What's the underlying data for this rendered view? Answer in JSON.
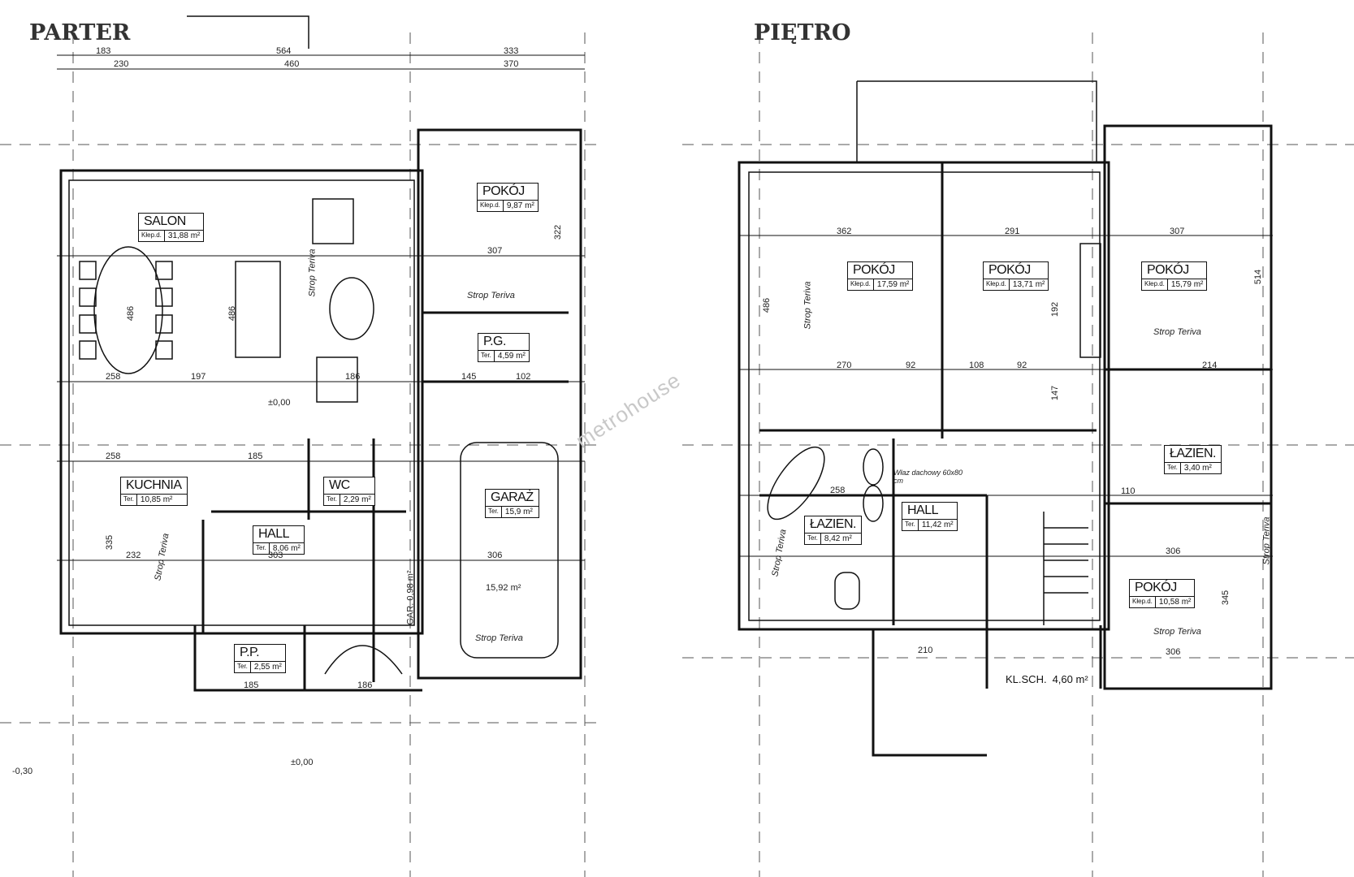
{
  "floors": [
    {
      "title": "PARTER",
      "rooms": [
        {
          "name": "SALON",
          "label": "Kłep.d.",
          "area": "31,88 m²"
        },
        {
          "name": "POKÓJ",
          "label": "Kłep.d.",
          "area": "9,87 m²"
        },
        {
          "name": "P.G.",
          "label": "Ter.",
          "area": "4,59 m²"
        },
        {
          "name": "KUCHNIA",
          "label": "Ter.",
          "area": "10,85 m²"
        },
        {
          "name": "WC",
          "label": "Ter.",
          "area": "2,29 m²"
        },
        {
          "name": "HALL",
          "label": "Ter.",
          "area": "8,06 m²"
        },
        {
          "name": "GARAŻ",
          "label": "Ter.",
          "area": "15,9 m²"
        },
        {
          "name": "P.P.",
          "label": "Ter.",
          "area": "2,55 m²"
        }
      ],
      "notes": [
        "Strop Teriva",
        "Strop Teriva",
        "Strop Teriva",
        "Strop Teriva",
        "15,92 m²",
        "±0,00",
        "±0,00",
        "-0,30",
        "GAR. 0,98 m²"
      ],
      "dims": [
        "183",
        "564",
        "333",
        "230",
        "460",
        "370",
        "258",
        "197",
        "186",
        "307",
        "258",
        "185",
        "303",
        "232",
        "306",
        "185",
        "186",
        "486",
        "486",
        "322",
        "335",
        "145",
        "102"
      ]
    },
    {
      "title": "PIĘTRO",
      "rooms": [
        {
          "name": "POKÓJ",
          "label": "Kłep.d.",
          "area": "17,59 m²"
        },
        {
          "name": "POKÓJ",
          "label": "Kłep.d.",
          "area": "13,71 m²"
        },
        {
          "name": "POKÓJ",
          "label": "Kłep.d.",
          "area": "15,79 m²"
        },
        {
          "name": "ŁAZIEN.",
          "label": "Ter.",
          "area": "3,40 m²"
        },
        {
          "name": "ŁAZIEN.",
          "label": "Ter.",
          "area": "8,42 m²"
        },
        {
          "name": "HALL",
          "label": "Ter.",
          "area": "11,42 m²"
        },
        {
          "name": "POKÓJ",
          "label": "Kłep.d.",
          "area": "10,58 m²"
        },
        {
          "name": "KL.SCH.",
          "label": "",
          "area": "4,60 m²"
        }
      ],
      "notes": [
        "Strop Teriva",
        "Strop Teriva",
        "Strop Teriva",
        "Strop Teriva",
        "Strop Teriva",
        "Właz dachowy 60x80 cm"
      ],
      "dims": [
        "362",
        "291",
        "307",
        "270",
        "92",
        "108",
        "92",
        "214",
        "258",
        "110",
        "306",
        "306",
        "210",
        "486",
        "192",
        "147",
        "514",
        "345"
      ]
    }
  ],
  "watermark": "metrohouse"
}
